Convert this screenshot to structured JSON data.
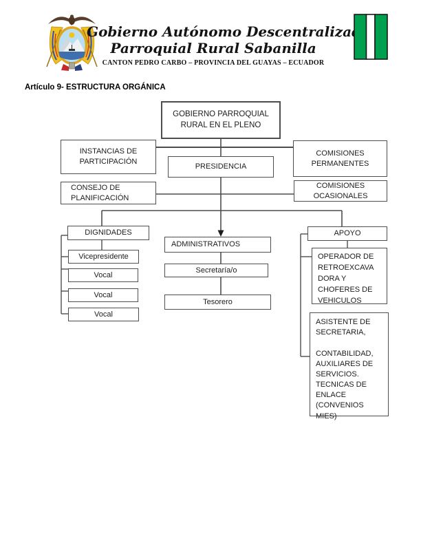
{
  "header": {
    "title_line1": "Gobierno Autónomo Descentralizado",
    "title_line2": "Parroquial Rural Sabanilla",
    "subtitle": "CANTON PEDRO CARBO – PROVINCIA DEL GUAYAS – ECUADOR",
    "coat_of_arms_icon": "ecuador-coat-of-arms",
    "flag_icon": "green-white-green-parish-flag",
    "flag_colors": {
      "green": "#00A14E",
      "white": "#FFFFFF",
      "border": "#1A1A1A"
    }
  },
  "article": {
    "title": "Artículo 9- ESTRUCTURA ORGÁNICA"
  },
  "org_chart": {
    "pleno": "GOBIERNO PARROQUIAL\nRURAL EN EL PLENO",
    "instancias": "INSTANCIAS DE\nPARTICIPACIÓN",
    "comisiones_permanentes": "COMISIONES\nPERMANENTES",
    "presidencia": "PRESIDENCIA",
    "consejo_planificacion": "CONSEJO DE\nPLANIFICACIÓN",
    "comisiones_ocasionales": "COMISIONES\nOCASIONALES",
    "dignidades": "DIGNIDADES",
    "vicepresidente": "Vicepresidente",
    "vocal_1": "Vocal",
    "vocal_2": "Vocal",
    "vocal_3": "Vocal",
    "administrativos": "ADMINISTRATIVOS",
    "secretaria": "Secretaría/o",
    "tesorero": "Tesorero",
    "apoyo": "APOYO",
    "operador": "OPERADOR DE\nRETROEXCAVA\nDORA Y\nCHOFERES DE\nVEHICULOS",
    "asistente": "ASISTENTE DE\nSECRETARIA,\n\nCONTABILIDAD,\nAUXILIARES DE\nSERVICIOS.\nTECNICAS DE\nENLACE\n(CONVENIOS\nMIES)"
  }
}
